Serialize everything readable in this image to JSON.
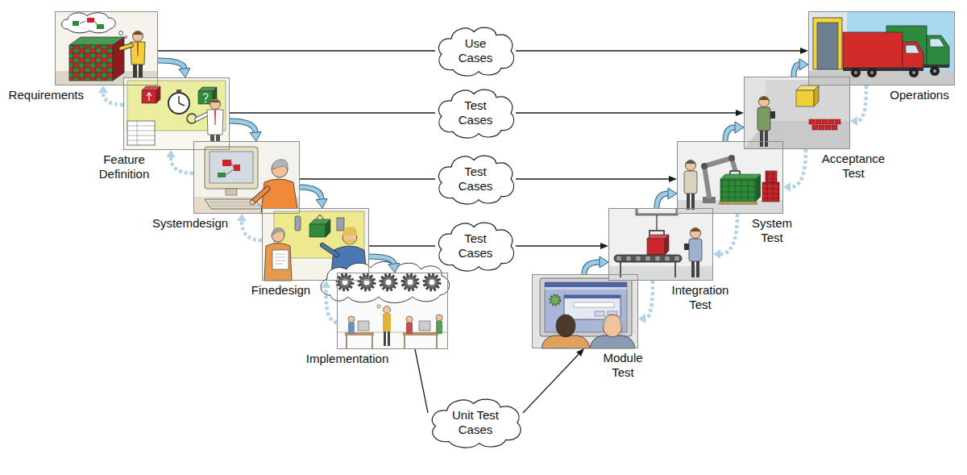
{
  "diagram": {
    "nodes": [
      {
        "text": [
          "Requirements"
        ]
      },
      {
        "text": [
          "Feature Definition"
        ]
      },
      {
        "text": [
          "Systemdesign"
        ]
      },
      {
        "text": [
          "Finedesign"
        ]
      },
      {
        "text": [
          "Implementation"
        ]
      },
      {
        "text": [
          "Module Test"
        ]
      },
      {
        "text": [
          "Integration Test"
        ]
      },
      {
        "text": [
          "System Test"
        ]
      },
      {
        "text": [
          "Acceptance Test"
        ]
      },
      {
        "text": [
          "Operations"
        ]
      },
      {
        "text": [
          "Use Cases"
        ]
      },
      {
        "text": [
          "Test Cases"
        ]
      },
      {
        "text": [
          "Test Cases"
        ]
      },
      {
        "text": [
          "Test Cases"
        ]
      },
      {
        "text": [
          "Unit Test Cases"
        ]
      }
    ],
    "edges": [
      {
        "from": 0,
        "to": 10,
        "arrow": "none"
      },
      {
        "from": 10,
        "to": 9,
        "arrow": "to"
      },
      {
        "from": 1,
        "to": 11,
        "arrow": "none"
      },
      {
        "from": 11,
        "to": 8,
        "arrow": "to"
      },
      {
        "from": 2,
        "to": 12,
        "arrow": "none"
      },
      {
        "from": 12,
        "to": 7,
        "arrow": "to"
      },
      {
        "from": 3,
        "to": 13,
        "arrow": "none"
      },
      {
        "from": 13,
        "to": 6,
        "arrow": "to"
      },
      {
        "from": 4,
        "to": 14,
        "arrow": "none"
      },
      {
        "from": 14,
        "to": 5,
        "arrow": "to"
      },
      {
        "from": 0,
        "to": 1,
        "arrow": "to"
      },
      {
        "from": 1,
        "to": 2,
        "arrow": "to"
      },
      {
        "from": 2,
        "to": 3,
        "arrow": "to"
      },
      {
        "from": 3,
        "to": 4,
        "arrow": "to"
      },
      {
        "from": 5,
        "to": 6,
        "arrow": "to"
      },
      {
        "from": 6,
        "to": 7,
        "arrow": "to"
      },
      {
        "from": 7,
        "to": 8,
        "arrow": "to"
      },
      {
        "from": 8,
        "to": 9,
        "arrow": "to"
      },
      {
        "from": 1,
        "to": 0,
        "arrow": "to"
      },
      {
        "from": 2,
        "to": 1,
        "arrow": "to"
      },
      {
        "from": 3,
        "to": 2,
        "arrow": "to"
      },
      {
        "from": 4,
        "to": 3,
        "arrow": "to"
      },
      {
        "from": 9,
        "to": 8,
        "arrow": "to"
      },
      {
        "from": 8,
        "to": 7,
        "arrow": "to"
      },
      {
        "from": 7,
        "to": 6,
        "arrow": "to"
      },
      {
        "from": 6,
        "to": 5,
        "arrow": "to"
      }
    ]
  }
}
